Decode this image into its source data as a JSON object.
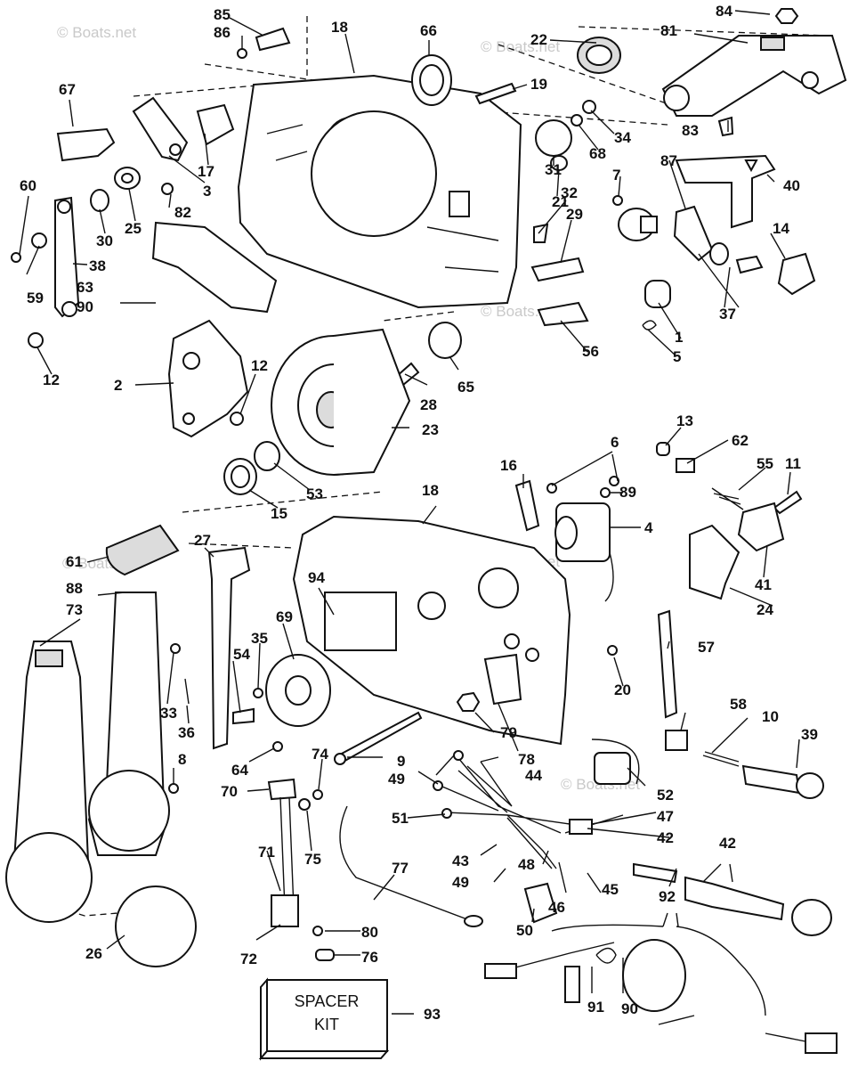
{
  "watermark": "© Boats.net",
  "callouts": [
    {
      "id": "85",
      "text": "85"
    },
    {
      "id": "86",
      "text": "86"
    },
    {
      "id": "18a",
      "text": "18"
    },
    {
      "id": "66",
      "text": "66"
    },
    {
      "id": "22",
      "text": "22"
    },
    {
      "id": "84",
      "text": "84"
    },
    {
      "id": "81",
      "text": "81"
    },
    {
      "id": "67",
      "text": "67"
    },
    {
      "id": "19",
      "text": "19"
    },
    {
      "id": "34",
      "text": "34"
    },
    {
      "id": "83",
      "text": "83"
    },
    {
      "id": "68",
      "text": "68"
    },
    {
      "id": "17",
      "text": "17"
    },
    {
      "id": "3",
      "text": "3"
    },
    {
      "id": "82",
      "text": "82"
    },
    {
      "id": "25",
      "text": "25"
    },
    {
      "id": "30",
      "text": "30"
    },
    {
      "id": "60",
      "text": "60"
    },
    {
      "id": "38",
      "text": "38"
    },
    {
      "id": "59",
      "text": "59"
    },
    {
      "id": "63",
      "text": "63"
    },
    {
      "id": "90a",
      "text": "90"
    },
    {
      "id": "12a",
      "text": "12"
    },
    {
      "id": "21",
      "text": "21"
    },
    {
      "id": "31",
      "text": "31"
    },
    {
      "id": "87",
      "text": "87"
    },
    {
      "id": "7",
      "text": "7"
    },
    {
      "id": "40",
      "text": "40"
    },
    {
      "id": "32",
      "text": "32"
    },
    {
      "id": "29",
      "text": "29"
    },
    {
      "id": "14",
      "text": "14"
    },
    {
      "id": "37",
      "text": "37"
    },
    {
      "id": "1",
      "text": "1"
    },
    {
      "id": "5",
      "text": "5"
    },
    {
      "id": "56",
      "text": "56"
    },
    {
      "id": "65",
      "text": "65"
    },
    {
      "id": "28",
      "text": "28"
    },
    {
      "id": "2",
      "text": "2"
    },
    {
      "id": "12b",
      "text": "12"
    },
    {
      "id": "23",
      "text": "23"
    },
    {
      "id": "53",
      "text": "53"
    },
    {
      "id": "15",
      "text": "15"
    },
    {
      "id": "13",
      "text": "13"
    },
    {
      "id": "62",
      "text": "62"
    },
    {
      "id": "6",
      "text": "6"
    },
    {
      "id": "16",
      "text": "16"
    },
    {
      "id": "55",
      "text": "55"
    },
    {
      "id": "11",
      "text": "11"
    },
    {
      "id": "89",
      "text": "89"
    },
    {
      "id": "18b",
      "text": "18"
    },
    {
      "id": "4",
      "text": "4"
    },
    {
      "id": "41",
      "text": "41"
    },
    {
      "id": "24",
      "text": "24"
    },
    {
      "id": "61",
      "text": "61"
    },
    {
      "id": "27",
      "text": "27"
    },
    {
      "id": "88",
      "text": "88"
    },
    {
      "id": "94",
      "text": "94"
    },
    {
      "id": "73",
      "text": "73"
    },
    {
      "id": "69",
      "text": "69"
    },
    {
      "id": "35",
      "text": "35"
    },
    {
      "id": "54",
      "text": "54"
    },
    {
      "id": "57",
      "text": "57"
    },
    {
      "id": "20",
      "text": "20"
    },
    {
      "id": "33",
      "text": "33"
    },
    {
      "id": "36",
      "text": "36"
    },
    {
      "id": "79",
      "text": "79"
    },
    {
      "id": "58",
      "text": "58"
    },
    {
      "id": "10",
      "text": "10"
    },
    {
      "id": "39",
      "text": "39"
    },
    {
      "id": "78",
      "text": "78"
    },
    {
      "id": "8",
      "text": "8"
    },
    {
      "id": "64",
      "text": "64"
    },
    {
      "id": "74",
      "text": "74"
    },
    {
      "id": "9",
      "text": "9"
    },
    {
      "id": "44",
      "text": "44"
    },
    {
      "id": "49a",
      "text": "49"
    },
    {
      "id": "70",
      "text": "70"
    },
    {
      "id": "52",
      "text": "52"
    },
    {
      "id": "51",
      "text": "51"
    },
    {
      "id": "75",
      "text": "75"
    },
    {
      "id": "47",
      "text": "47"
    },
    {
      "id": "42a",
      "text": "42"
    },
    {
      "id": "42b",
      "text": "42"
    },
    {
      "id": "71",
      "text": "71"
    },
    {
      "id": "77",
      "text": "77"
    },
    {
      "id": "43",
      "text": "43"
    },
    {
      "id": "48",
      "text": "48"
    },
    {
      "id": "49b",
      "text": "49"
    },
    {
      "id": "45",
      "text": "45"
    },
    {
      "id": "46",
      "text": "46"
    },
    {
      "id": "92",
      "text": "92"
    },
    {
      "id": "50",
      "text": "50"
    },
    {
      "id": "26",
      "text": "26"
    },
    {
      "id": "80",
      "text": "80"
    },
    {
      "id": "72",
      "text": "72"
    },
    {
      "id": "76",
      "text": "76"
    },
    {
      "id": "91",
      "text": "91"
    },
    {
      "id": "90b",
      "text": "90"
    },
    {
      "id": "93",
      "text": "93"
    }
  ],
  "spacer_kit": {
    "line1": "SPACER",
    "line2": "KIT"
  }
}
